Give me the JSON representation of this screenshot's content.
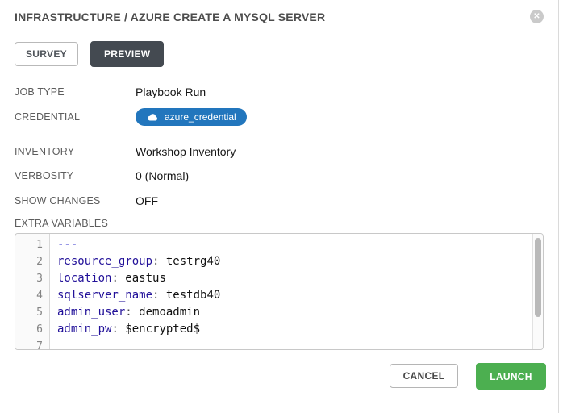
{
  "modal": {
    "title": "INFRASTRUCTURE / AZURE CREATE A MYSQL SERVER"
  },
  "icons": {
    "close_glyph": "✕",
    "credential_icon": "cloud-icon"
  },
  "tabs": [
    {
      "label": "SURVEY",
      "active": false
    },
    {
      "label": "PREVIEW",
      "active": true
    }
  ],
  "details": [
    {
      "label": "JOB TYPE",
      "value": "Playbook Run",
      "type": "text"
    },
    {
      "label": "CREDENTIAL",
      "value": "azure_credential",
      "type": "badge"
    },
    {
      "label": "INVENTORY",
      "value": "Workshop Inventory",
      "type": "text"
    },
    {
      "label": "VERBOSITY",
      "value": "0 (Normal)",
      "type": "text"
    },
    {
      "label": "SHOW CHANGES",
      "value": "OFF",
      "type": "text"
    }
  ],
  "extra_variables": {
    "label": "EXTRA VARIABLES",
    "lines": [
      {
        "num": "1",
        "tokens": [
          {
            "text": "---",
            "style": "def"
          }
        ]
      },
      {
        "num": "2",
        "tokens": [
          {
            "text": "resource_group",
            "style": "key"
          },
          {
            "text": ":",
            "style": "meta"
          },
          {
            "text": " testrg40",
            "style": "plain"
          }
        ]
      },
      {
        "num": "3",
        "tokens": [
          {
            "text": "location",
            "style": "key"
          },
          {
            "text": ":",
            "style": "meta"
          },
          {
            "text": " eastus",
            "style": "plain"
          }
        ]
      },
      {
        "num": "4",
        "tokens": [
          {
            "text": "sqlserver_name",
            "style": "key"
          },
          {
            "text": ":",
            "style": "meta"
          },
          {
            "text": " testdb40",
            "style": "plain"
          }
        ]
      },
      {
        "num": "5",
        "tokens": [
          {
            "text": "admin_user",
            "style": "key"
          },
          {
            "text": ":",
            "style": "meta"
          },
          {
            "text": " demoadmin",
            "style": "plain"
          }
        ]
      },
      {
        "num": "6",
        "tokens": [
          {
            "text": "admin_pw",
            "style": "key"
          },
          {
            "text": ":",
            "style": "meta"
          },
          {
            "text": " $encrypted$",
            "style": "plain"
          }
        ]
      },
      {
        "num": "7",
        "tokens": []
      }
    ]
  },
  "footer": {
    "cancel_label": "CANCEL",
    "launch_label": "LAUNCH"
  },
  "colors": {
    "badge-blue": "#2276bd",
    "launch-green": "#4caf50",
    "tab-dark": "#444a51",
    "syntax-def": "#3333cc",
    "syntax-key": "#221199",
    "syntax-meta": "#444444"
  }
}
